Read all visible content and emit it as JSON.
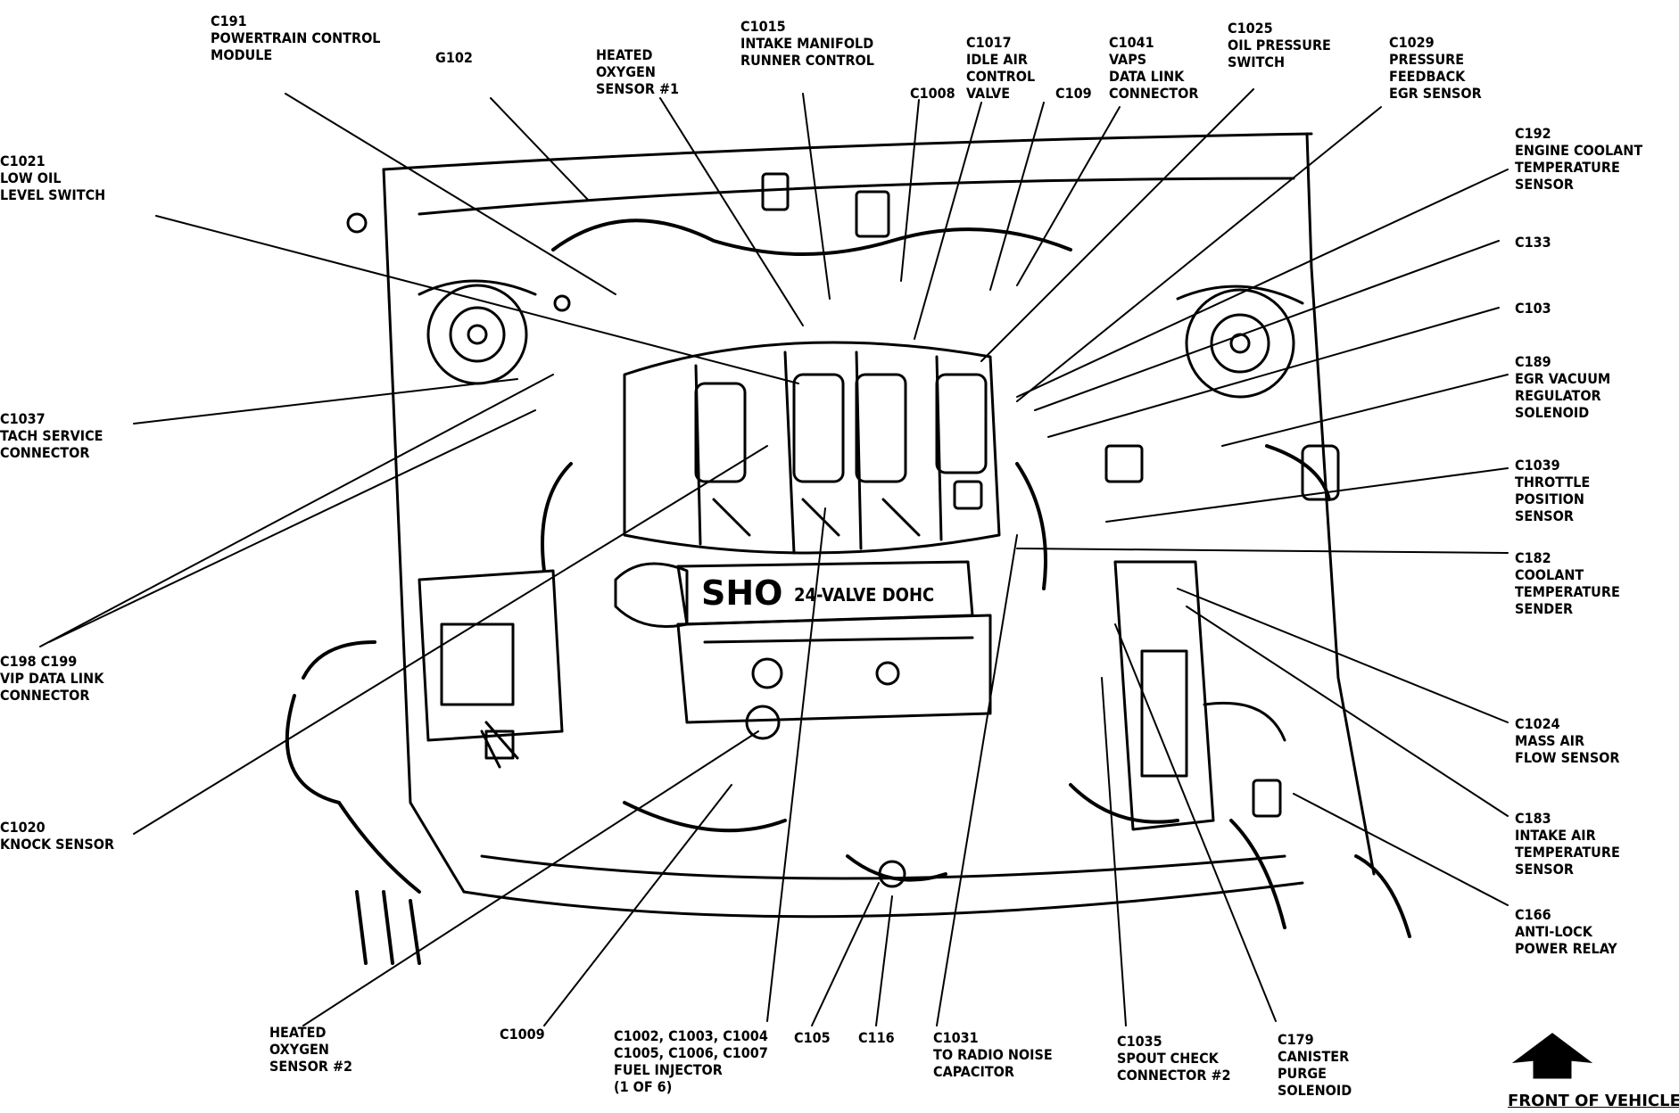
{
  "diagram": {
    "callouts": [
      {
        "id": "c191",
        "lines": [
          "C191",
          "POWERTRAIN CONTROL",
          "MODULE"
        ]
      },
      {
        "id": "g102",
        "lines": [
          "G102"
        ]
      },
      {
        "id": "heated-o2-1",
        "lines": [
          "HEATED",
          "OXYGEN",
          "SENSOR #1"
        ]
      },
      {
        "id": "c1015",
        "lines": [
          "C1015",
          "INTAKE MANIFOLD",
          "RUNNER CONTROL"
        ]
      },
      {
        "id": "c1008",
        "lines": [
          "C1008"
        ]
      },
      {
        "id": "c1017",
        "lines": [
          "C1017",
          "IDLE AIR",
          "CONTROL",
          "VALVE"
        ]
      },
      {
        "id": "c109",
        "lines": [
          "C109"
        ]
      },
      {
        "id": "c1041",
        "lines": [
          "C1041",
          "VAPS",
          "DATA LINK",
          "CONNECTOR"
        ]
      },
      {
        "id": "c1025",
        "lines": [
          "C1025",
          "OIL PRESSURE",
          "SWITCH"
        ]
      },
      {
        "id": "c1029",
        "lines": [
          "C1029",
          "PRESSURE",
          "FEEDBACK",
          "EGR SENSOR"
        ]
      },
      {
        "id": "c1021",
        "lines": [
          "C1021",
          "LOW OIL",
          "LEVEL SWITCH"
        ]
      },
      {
        "id": "c192",
        "lines": [
          "C192",
          "ENGINE COOLANT",
          "TEMPERATURE",
          "SENSOR"
        ]
      },
      {
        "id": "c133",
        "lines": [
          "C133"
        ]
      },
      {
        "id": "c103",
        "lines": [
          "C103"
        ]
      },
      {
        "id": "c189",
        "lines": [
          "C189",
          "EGR VACUUM",
          "REGULATOR",
          "SOLENOID"
        ]
      },
      {
        "id": "c1037",
        "lines": [
          "C1037",
          "TACH SERVICE",
          "CONNECTOR"
        ]
      },
      {
        "id": "c1039",
        "lines": [
          "C1039",
          "THROTTLE",
          "POSITION",
          "SENSOR"
        ]
      },
      {
        "id": "c182",
        "lines": [
          "C182",
          "COOLANT",
          "TEMPERATURE",
          "SENDER"
        ]
      },
      {
        "id": "c198-c199",
        "lines": [
          "C198 C199",
          "VIP DATA LINK",
          "CONNECTOR"
        ]
      },
      {
        "id": "c1024",
        "lines": [
          "C1024",
          "MASS AIR",
          "FLOW SENSOR"
        ]
      },
      {
        "id": "c1020",
        "lines": [
          "C1020",
          "KNOCK SENSOR"
        ]
      },
      {
        "id": "c183",
        "lines": [
          "C183",
          "INTAKE AIR",
          "TEMPERATURE",
          "SENSOR"
        ]
      },
      {
        "id": "c166",
        "lines": [
          "C166",
          "ANTI-LOCK",
          "POWER RELAY"
        ]
      },
      {
        "id": "heated-o2-2",
        "lines": [
          "HEATED",
          "OXYGEN",
          "SENSOR #2"
        ]
      },
      {
        "id": "c1009",
        "lines": [
          "C1009"
        ]
      },
      {
        "id": "fuel-injectors",
        "lines": [
          "C1002, C1003, C1004",
          "C1005, C1006, C1007",
          "FUEL INJECTOR",
          "(1 OF 6)"
        ]
      },
      {
        "id": "c105",
        "lines": [
          "C105"
        ]
      },
      {
        "id": "c116",
        "lines": [
          "C116"
        ]
      },
      {
        "id": "c1031",
        "lines": [
          "C1031",
          "TO RADIO NOISE",
          "CAPACITOR"
        ]
      },
      {
        "id": "c1035",
        "lines": [
          "C1035",
          "SPOUT CHECK",
          "CONNECTOR #2"
        ]
      },
      {
        "id": "c179",
        "lines": [
          "C179",
          "CANISTER",
          "PURGE",
          "SOLENOID"
        ]
      }
    ],
    "engine_badge": {
      "model": "SHO",
      "valve_text": "24-VALVE DOHC"
    },
    "front_of_vehicle": "FRONT OF VEHICLE"
  }
}
